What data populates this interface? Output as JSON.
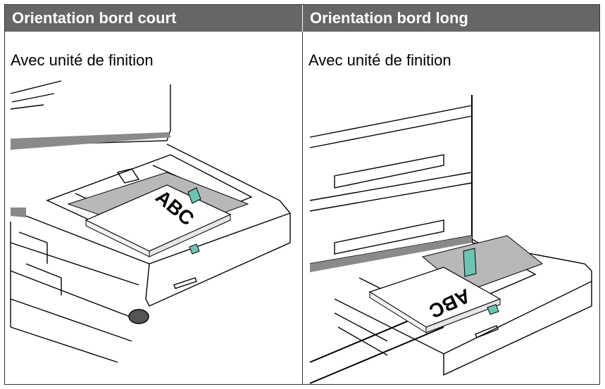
{
  "table": {
    "columns": [
      {
        "header": "Orientation bord court",
        "subhead": "Avec unité de finition"
      },
      {
        "header": "Orientation bord long",
        "subhead": "Avec unité de finition"
      }
    ]
  },
  "illustrations": {
    "short_edge_paper_label": "ABC",
    "long_edge_paper_label": "ABC"
  },
  "colors": {
    "header_bg": "#666666",
    "guide_teal": "#6fc3b5",
    "tray_grey": "#b8b8b8"
  },
  "icons": [
    "printer-tray-short-edge-illustration",
    "printer-tray-long-edge-illustration"
  ]
}
